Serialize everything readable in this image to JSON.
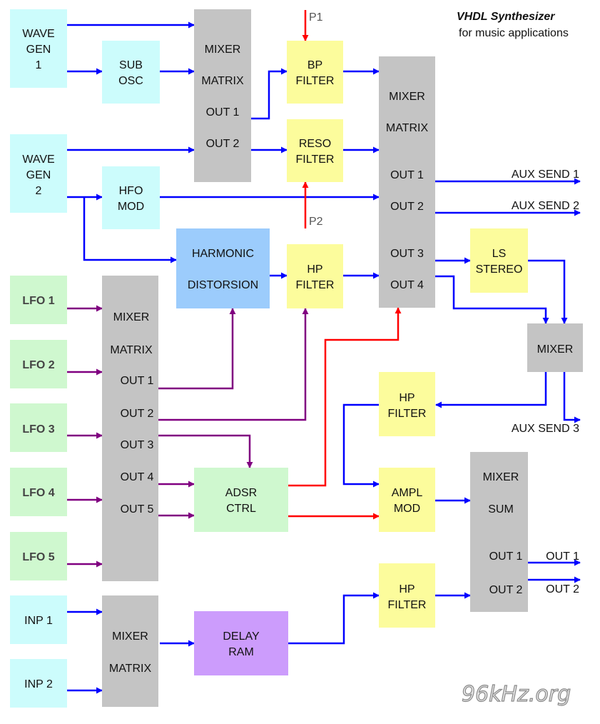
{
  "title": "VHDL Synthesizer",
  "subtitle": "for music applications",
  "watermark": "96kHz.org",
  "colors": {
    "cyan": "#ccfcfc",
    "yellow": "#fcfc9c",
    "gray": "#c4c4c4",
    "green": "#cff8cf",
    "blue_block": "#9cccfc",
    "purple_block": "#cc9cfc",
    "blue_wire": "#0000ff",
    "red_wire": "#ff0000",
    "purple_wire": "#800080"
  },
  "blocks": {
    "wave_gen_1": {
      "lines": [
        "WAVE",
        "GEN",
        "1"
      ]
    },
    "sub_osc": {
      "lines": [
        "SUB",
        "OSC"
      ]
    },
    "mixer_matrix_1": {
      "lines": [
        "MIXER",
        "MATRIX",
        "OUT 1",
        "OUT 2"
      ]
    },
    "bp_filter": {
      "lines": [
        "BP",
        "FILTER"
      ]
    },
    "reso_filter": {
      "lines": [
        "RESO",
        "FILTER"
      ]
    },
    "mixer_matrix_2": {
      "lines": [
        "MIXER",
        "MATRIX",
        "OUT 1",
        "OUT 2",
        "OUT 3",
        "OUT 4"
      ]
    },
    "wave_gen_2": {
      "lines": [
        "WAVE",
        "GEN",
        "2"
      ]
    },
    "hfo_mod": {
      "lines": [
        "HFO",
        "MOD"
      ]
    },
    "harmonic_distorsion": {
      "lines": [
        "HARMONIC",
        "DISTORSION"
      ]
    },
    "hp_filter_1": {
      "lines": [
        "HP",
        "FILTER"
      ]
    },
    "ls_stereo": {
      "lines": [
        "LS",
        "STEREO"
      ]
    },
    "mixer": {
      "lines": [
        "MIXER"
      ]
    },
    "lfo_1": {
      "lines": [
        "LFO 1"
      ]
    },
    "lfo_2": {
      "lines": [
        "LFO 2"
      ]
    },
    "lfo_3": {
      "lines": [
        "LFO 3"
      ]
    },
    "lfo_4": {
      "lines": [
        "LFO 4"
      ]
    },
    "lfo_5": {
      "lines": [
        "LFO 5"
      ]
    },
    "mixer_matrix_3": {
      "lines": [
        "MIXER",
        "MATRIX",
        "OUT 1",
        "OUT 2",
        "OUT 3",
        "OUT 4",
        "OUT 5"
      ]
    },
    "hp_filter_2": {
      "lines": [
        "HP",
        "FILTER"
      ]
    },
    "adsr_ctrl": {
      "lines": [
        "ADSR",
        "CTRL"
      ]
    },
    "ampl_mod": {
      "lines": [
        "AMPL",
        "MOD"
      ]
    },
    "mixer_sum": {
      "lines": [
        "MIXER",
        "SUM",
        "OUT 1",
        "OUT 2"
      ]
    },
    "hp_filter_3": {
      "lines": [
        "HP",
        "FILTER"
      ]
    },
    "inp_1": {
      "lines": [
        "INP 1"
      ]
    },
    "inp_2": {
      "lines": [
        "INP 2"
      ]
    },
    "mixer_matrix_4": {
      "lines": [
        "MIXER",
        "MATRIX"
      ]
    },
    "delay_ram": {
      "lines": [
        "DELAY",
        "RAM"
      ]
    }
  },
  "signals": {
    "p1": "P1",
    "p2": "P2",
    "aux_send_1": "AUX SEND 1",
    "aux_send_2": "AUX SEND 2",
    "aux_send_3": "AUX SEND 3",
    "out_1": "OUT 1",
    "out_2": "OUT 2"
  }
}
